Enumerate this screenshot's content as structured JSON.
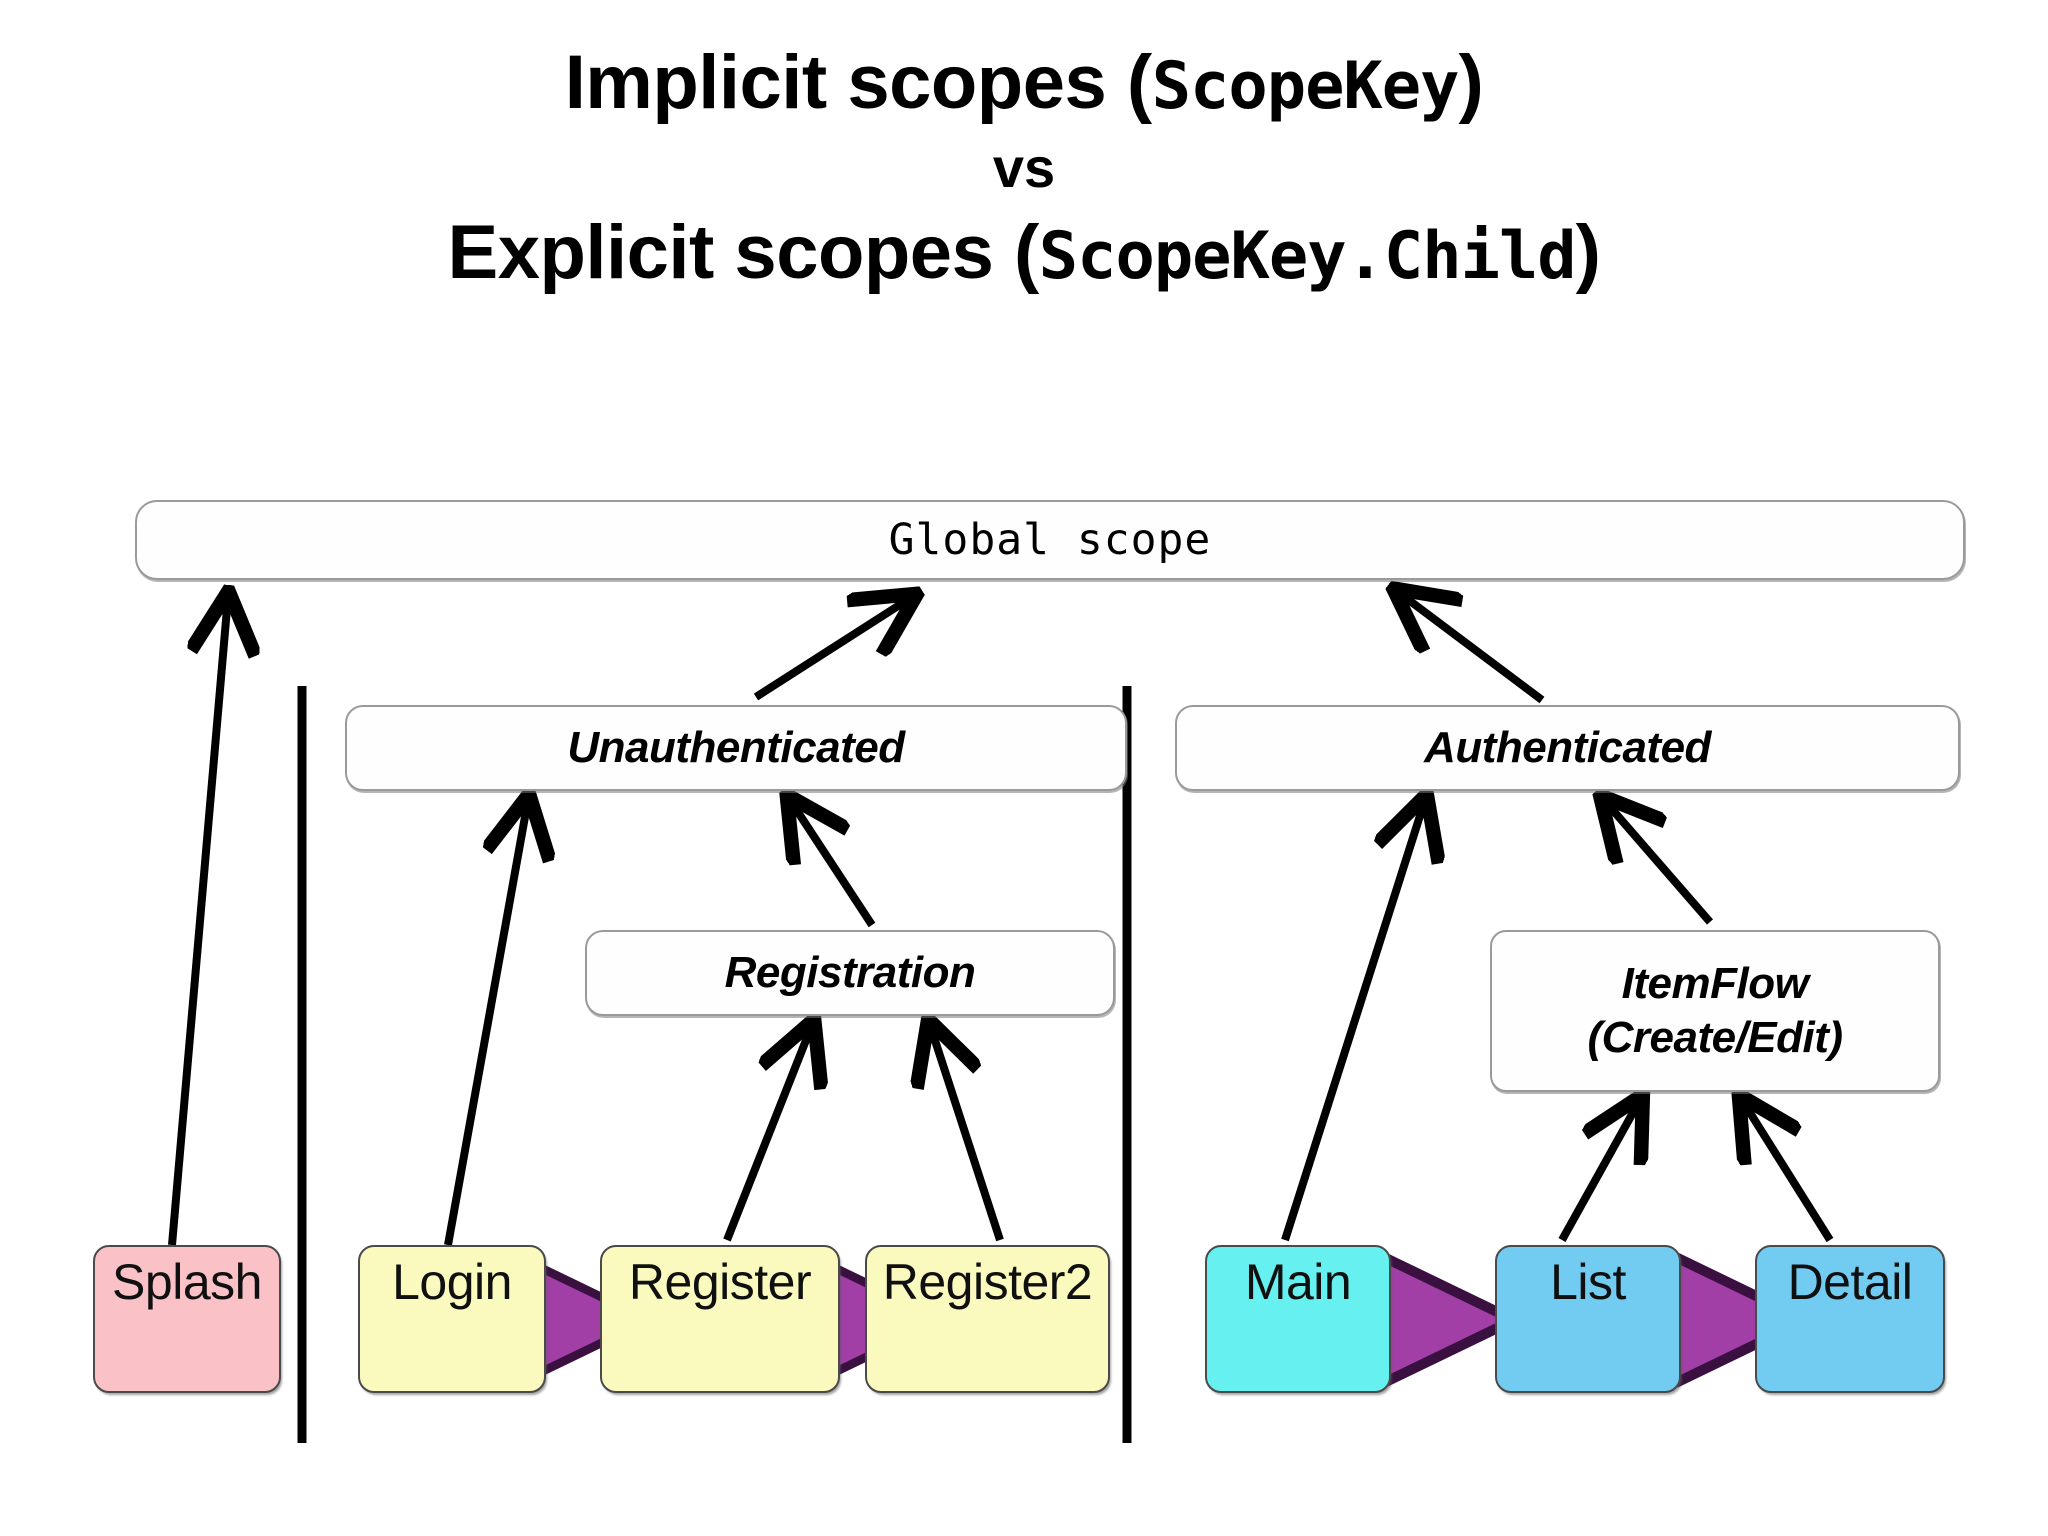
{
  "title": {
    "line1_prefix": "Implicit scopes (",
    "line1_code": "ScopeKey",
    "line1_suffix": ")",
    "line2": "vs",
    "line3_prefix": "Explicit scopes (",
    "line3_code": "ScopeKey.Child",
    "line3_suffix": ")"
  },
  "colors": {
    "pink": "#FAC1C6",
    "yellow": "#FAFABE",
    "cyan": "#66F0F0",
    "blue": "#72CBF0",
    "purple_arrow": "#A23FA6",
    "box_stroke": "#4A4A4A",
    "scope_stroke": "#9A9A9A",
    "wire": "#000000",
    "background": "#FFFFFF"
  },
  "scopes": {
    "global": {
      "label": "Global scope"
    },
    "unauthenticated": {
      "label": "Unauthenticated"
    },
    "authenticated": {
      "label": "Authenticated"
    },
    "registration": {
      "label": "Registration"
    },
    "itemflow": {
      "label_line1": "ItemFlow",
      "label_line2": "(Create/Edit)"
    }
  },
  "screens": [
    {
      "id": "splash",
      "label": "Splash",
      "color": "#FAC1C6"
    },
    {
      "id": "login",
      "label": "Login",
      "color": "#FAFABE"
    },
    {
      "id": "register",
      "label": "Register",
      "color": "#FAFABE"
    },
    {
      "id": "register2",
      "label": "Register2",
      "color": "#FAFABE"
    },
    {
      "id": "main",
      "label": "Main",
      "color": "#66F0F0"
    },
    {
      "id": "list",
      "label": "List",
      "color": "#72CBF0"
    },
    {
      "id": "detail",
      "label": "Detail",
      "color": "#72CBF0"
    }
  ],
  "scope_edges": [
    {
      "from": "splash",
      "to": "global"
    },
    {
      "from": "login",
      "to": "unauthenticated"
    },
    {
      "from": "registration",
      "to": "unauthenticated"
    },
    {
      "from": "register",
      "to": "registration"
    },
    {
      "from": "register2",
      "to": "registration"
    },
    {
      "from": "unauthenticated",
      "to": "global"
    },
    {
      "from": "authenticated",
      "to": "global"
    },
    {
      "from": "main",
      "to": "authenticated"
    },
    {
      "from": "itemflow",
      "to": "authenticated"
    },
    {
      "from": "list",
      "to": "itemflow"
    },
    {
      "from": "detail",
      "to": "itemflow"
    }
  ],
  "nav_edges": [
    {
      "from": "register",
      "to": "login"
    },
    {
      "from": "register2",
      "to": "register"
    },
    {
      "from": "list",
      "to": "main"
    },
    {
      "from": "detail",
      "to": "list"
    }
  ]
}
